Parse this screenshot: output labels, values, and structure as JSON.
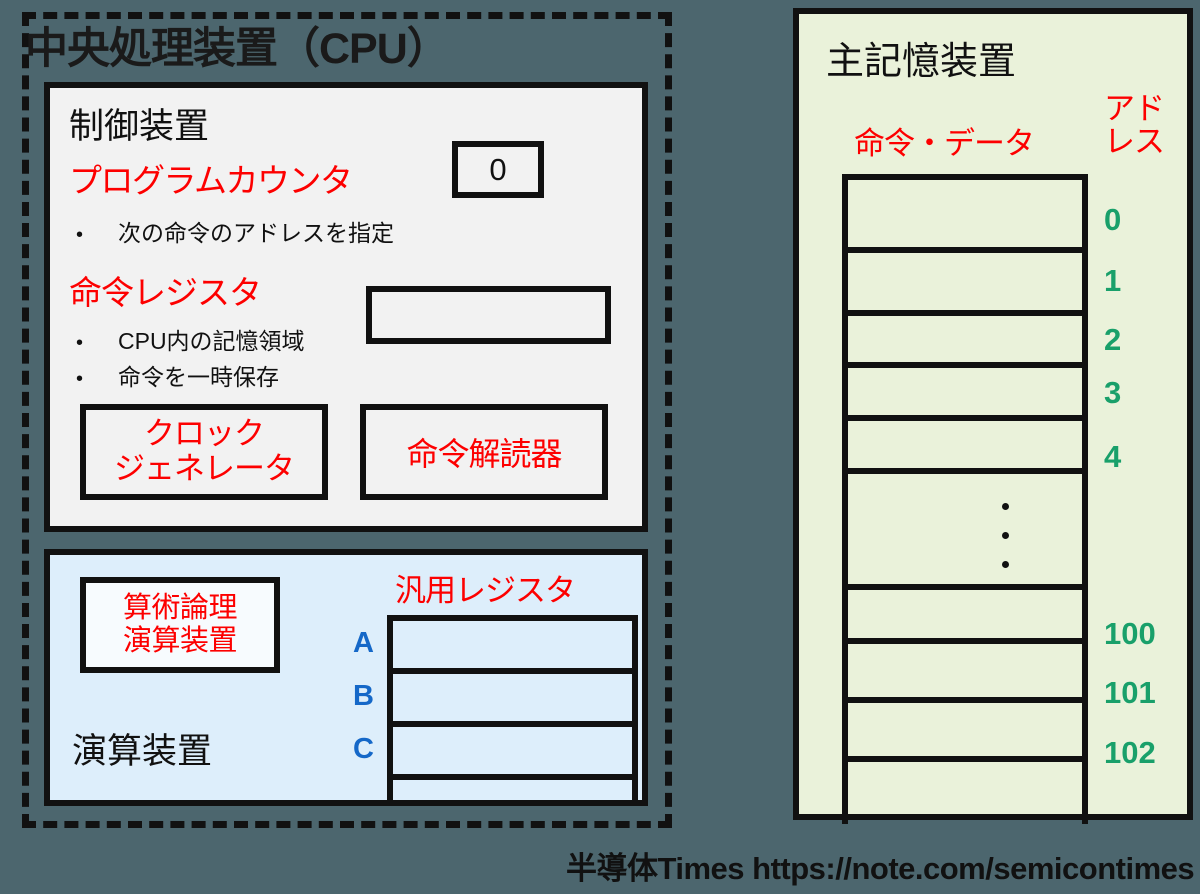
{
  "diagram": {
    "title": "中央処理装置（CPU）",
    "background_color": "#4c666e"
  },
  "cpu": {
    "title": "中央処理装置（CPU）",
    "control_unit": {
      "title": "制御装置",
      "program_counter": {
        "label": "プログラムカウンタ",
        "value": "0",
        "bullets": [
          "次の命令のアドレスを指定"
        ]
      },
      "instruction_register": {
        "label": "命令レジスタ",
        "value": "",
        "bullets": [
          "CPU内の記憶領域",
          "命令を一時保存"
        ]
      },
      "clock_generator": {
        "line1": "クロック",
        "line2": "ジェネレータ"
      },
      "instruction_decoder": {
        "label": "命令解読器"
      }
    },
    "arithmetic_unit": {
      "title": "演算装置",
      "alu": {
        "line1": "算術論理",
        "line2": "演算装置"
      },
      "general_registers": {
        "label": "汎用レジスタ",
        "registers": [
          {
            "name": "A",
            "value": ""
          },
          {
            "name": "B",
            "value": ""
          },
          {
            "name": "C",
            "value": ""
          }
        ]
      }
    },
    "colors": {
      "control_panel_bg": "#f2f2f2",
      "alu_panel_bg": "#ddeefb",
      "accent_red": "#fd0000",
      "register_name_blue": "#1568c8"
    }
  },
  "memory": {
    "title": "主記憶装置",
    "column_headers": {
      "data": "命令・データ",
      "address": "アドレス"
    },
    "rows": [
      {
        "address": "0",
        "value": ""
      },
      {
        "address": "1",
        "value": ""
      },
      {
        "address": "2",
        "value": ""
      },
      {
        "address": "3",
        "value": ""
      },
      {
        "address": "4",
        "value": ""
      },
      {
        "address": "",
        "value": "⋮"
      },
      {
        "address": "100",
        "value": ""
      },
      {
        "address": "101",
        "value": ""
      },
      {
        "address": "102",
        "value": ""
      }
    ],
    "colors": {
      "panel_bg": "#eaf2da",
      "address_green": "#19a06a",
      "header_red": "#fd0000"
    }
  },
  "footer": {
    "text": "半導体Times https://note.com/semicontimes"
  }
}
